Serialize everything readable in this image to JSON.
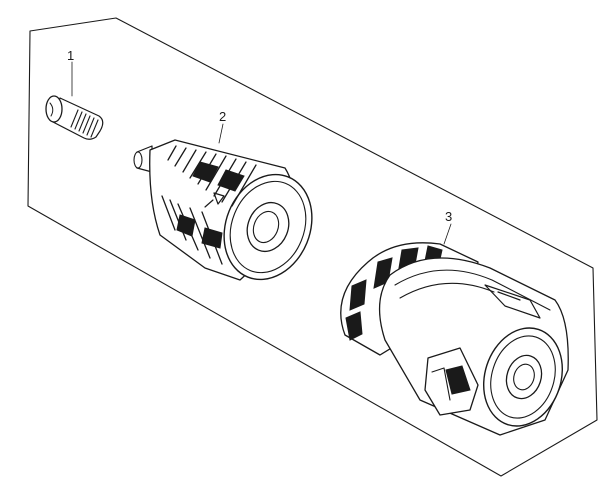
{
  "diagram": {
    "callouts": [
      {
        "id": "1"
      },
      {
        "id": "2"
      },
      {
        "id": "3"
      }
    ],
    "colors": {
      "ink": "#1a1a1a",
      "paper": "#ffffff"
    }
  }
}
